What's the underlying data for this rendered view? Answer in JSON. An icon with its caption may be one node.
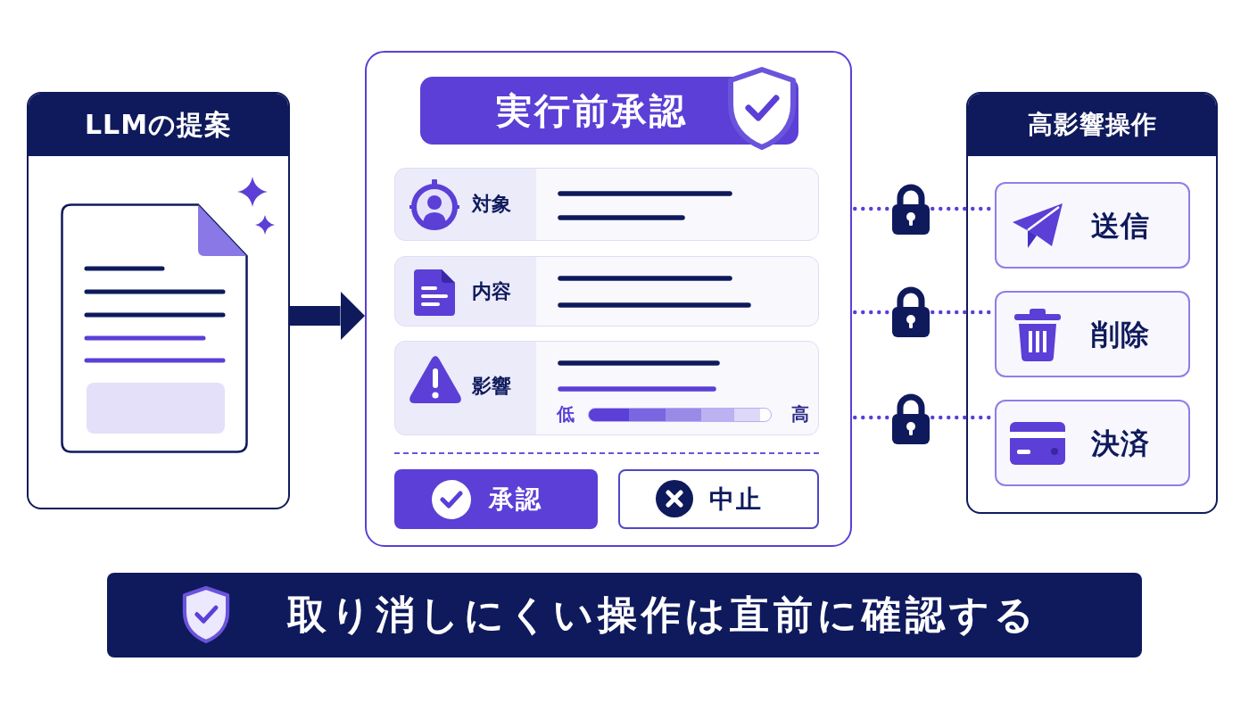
{
  "diagram": {
    "nodes": [
      {
        "text": [
          "LLMの提案"
        ]
      },
      {
        "text": [
          "実行前承認"
        ]
      },
      {
        "text": [
          "対象"
        ],
        "in": 1
      },
      {
        "text": [
          "内容"
        ],
        "in": 1
      },
      {
        "text": [
          "影響"
        ],
        "in": 1
      },
      {
        "text": [],
        "shape": "bar",
        "in": 4,
        "beside": [
          "低",
          "高"
        ]
      },
      {
        "text": [
          "承認"
        ],
        "in": 1
      },
      {
        "text": [
          "中止"
        ],
        "in": 1
      },
      {
        "text": [],
        "shape": "picture"
      },
      {
        "text": [],
        "shape": "picture"
      },
      {
        "text": [],
        "shape": "picture"
      },
      {
        "text": [
          "高影響操作"
        ]
      },
      {
        "text": [
          "送信"
        ],
        "in": 11
      },
      {
        "text": [
          "削除"
        ],
        "in": 11
      },
      {
        "text": [
          "決済"
        ],
        "in": 11
      },
      {
        "text": [
          "取り消しにくい操作は直前に確認する"
        ]
      }
    ],
    "edges": [
      {
        "from": 0,
        "to": 1,
        "arrow": "to",
        "style": "thick",
        "color": "#0f1a5c"
      },
      {
        "from": 1,
        "to": 8,
        "arrow": "none",
        "style": "dashed"
      },
      {
        "from": 8,
        "to": 12,
        "arrow": "none",
        "style": "dashed"
      },
      {
        "from": 1,
        "to": 9,
        "arrow": "none",
        "style": "dashed"
      },
      {
        "from": 9,
        "to": 13,
        "arrow": "none",
        "style": "dashed"
      },
      {
        "from": 1,
        "to": 10,
        "arrow": "none",
        "style": "dashed"
      },
      {
        "from": 10,
        "to": 14,
        "arrow": "none",
        "style": "dashed"
      }
    ]
  }
}
